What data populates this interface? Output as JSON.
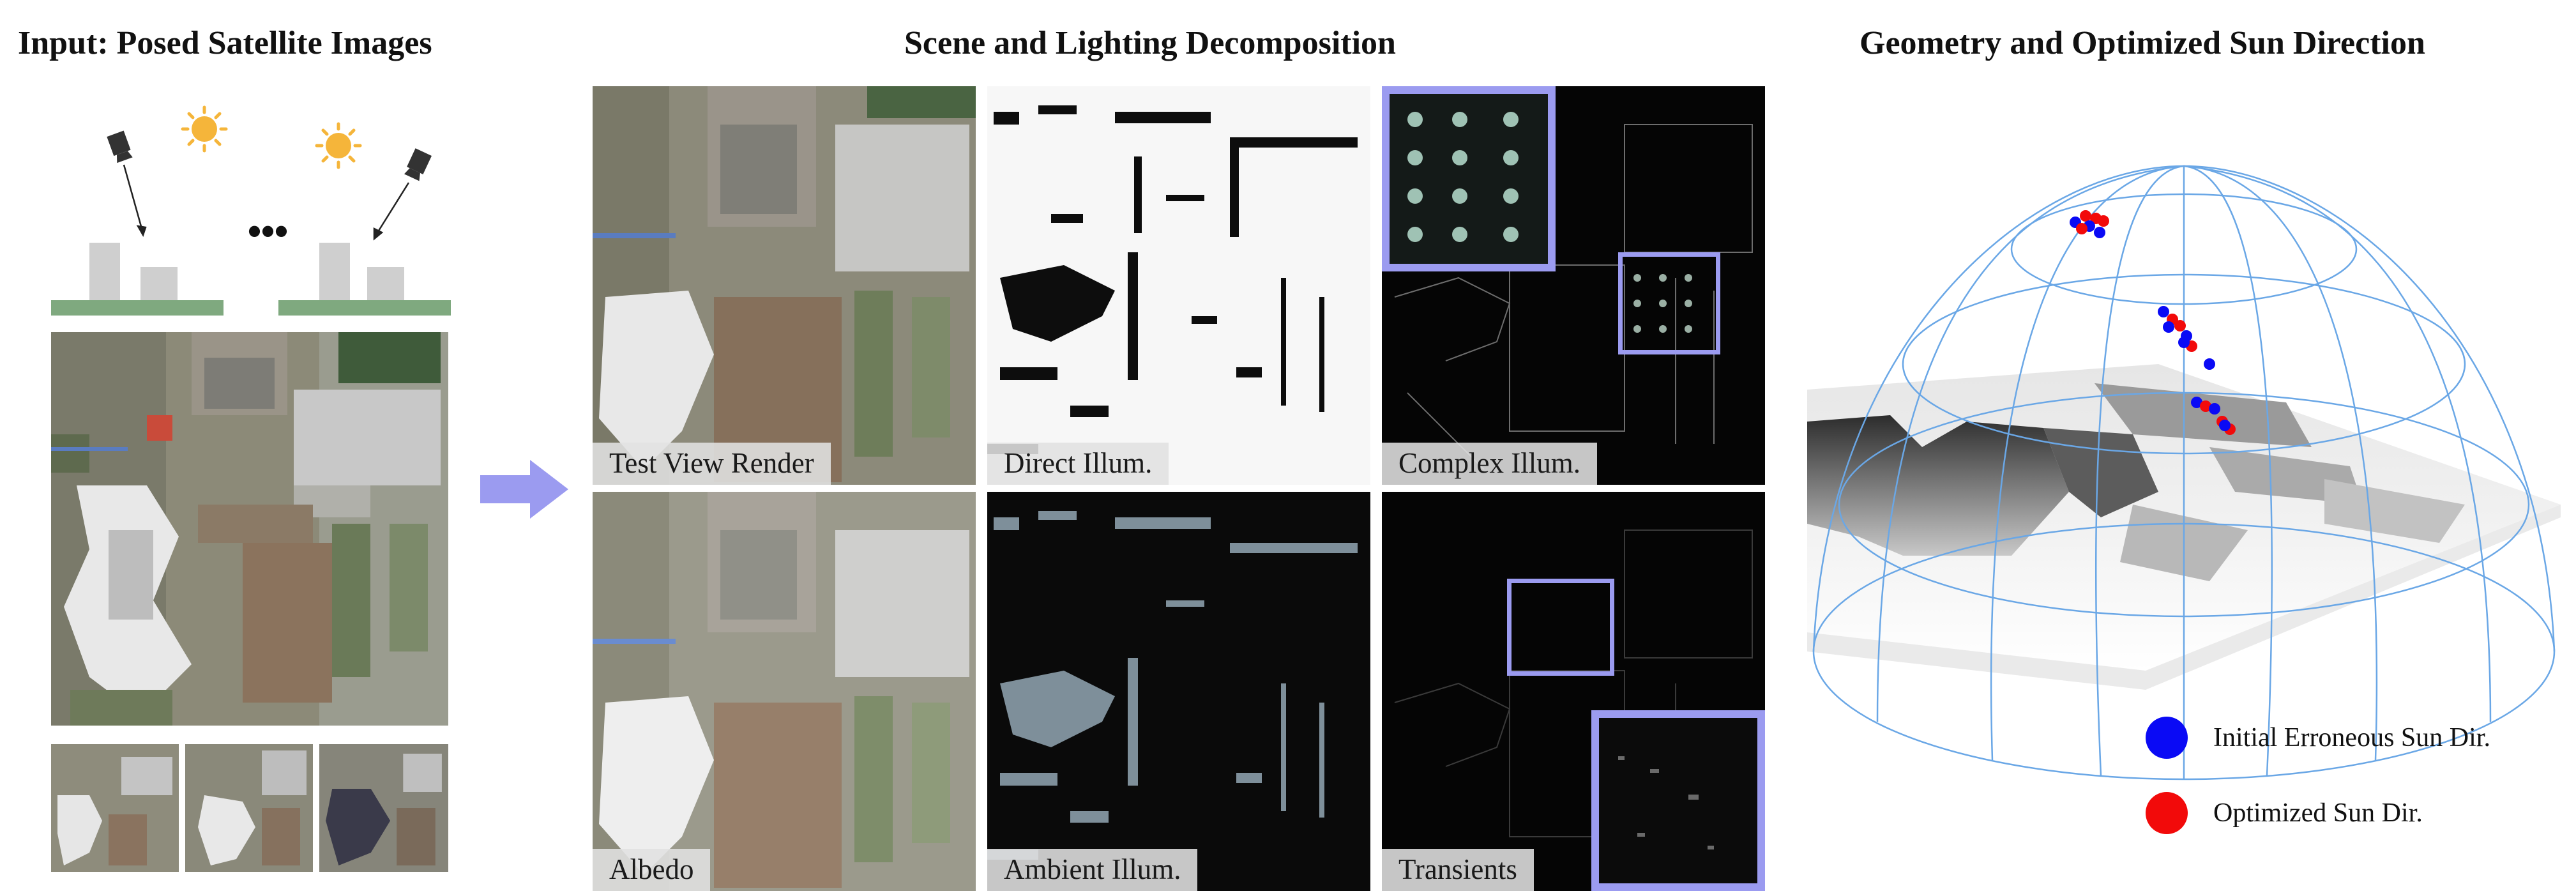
{
  "sections": {
    "input_title": "Input: Posed Satellite Images",
    "decomp_title": "Scene and Lighting Decomposition",
    "geometry_title": "Geometry and Optimized Sun Direction"
  },
  "input_schematic": {
    "ellipsis": "•••",
    "icons": [
      "camera-icon",
      "sun-icon",
      "building-icon"
    ]
  },
  "panels": {
    "test_view": "Test View Render",
    "direct": "Direct Illum.",
    "complex": "Complex Illum.",
    "albedo": "Albedo",
    "ambient": "Ambient Illum.",
    "transients": "Transients"
  },
  "legend": {
    "initial": "Initial Erroneous Sun Dir.",
    "optimized": "Optimized Sun Dir."
  },
  "colors": {
    "accent_box": "#9b9bf0",
    "arrow": "#9b9bf0",
    "ground": "#7fa97f",
    "sun": "#f5b53a",
    "initial_dot": "#0a0af5",
    "optimized_dot": "#f20a0a",
    "dome": "#6aa7e6"
  }
}
